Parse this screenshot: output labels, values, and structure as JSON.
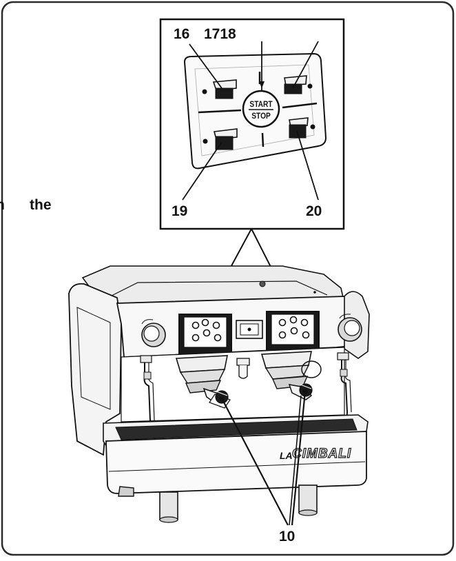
{
  "side_text": {
    "fragment": "n",
    "word": "the"
  },
  "panel": {
    "button_text_top": "START",
    "button_text_bottom": "STOP"
  },
  "callouts": {
    "c16": "16",
    "c1718": "1718",
    "c19": "19",
    "c20": "20",
    "c10": "10"
  },
  "brand": {
    "prefix": "LA",
    "name": "CIMBALI"
  },
  "colors": {
    "line": "#111111",
    "frame": "#2a2a2a",
    "fill_light": "#f2f2f2",
    "fill_mid": "#d9d9d9",
    "fill_dark": "#1a1a1a"
  }
}
